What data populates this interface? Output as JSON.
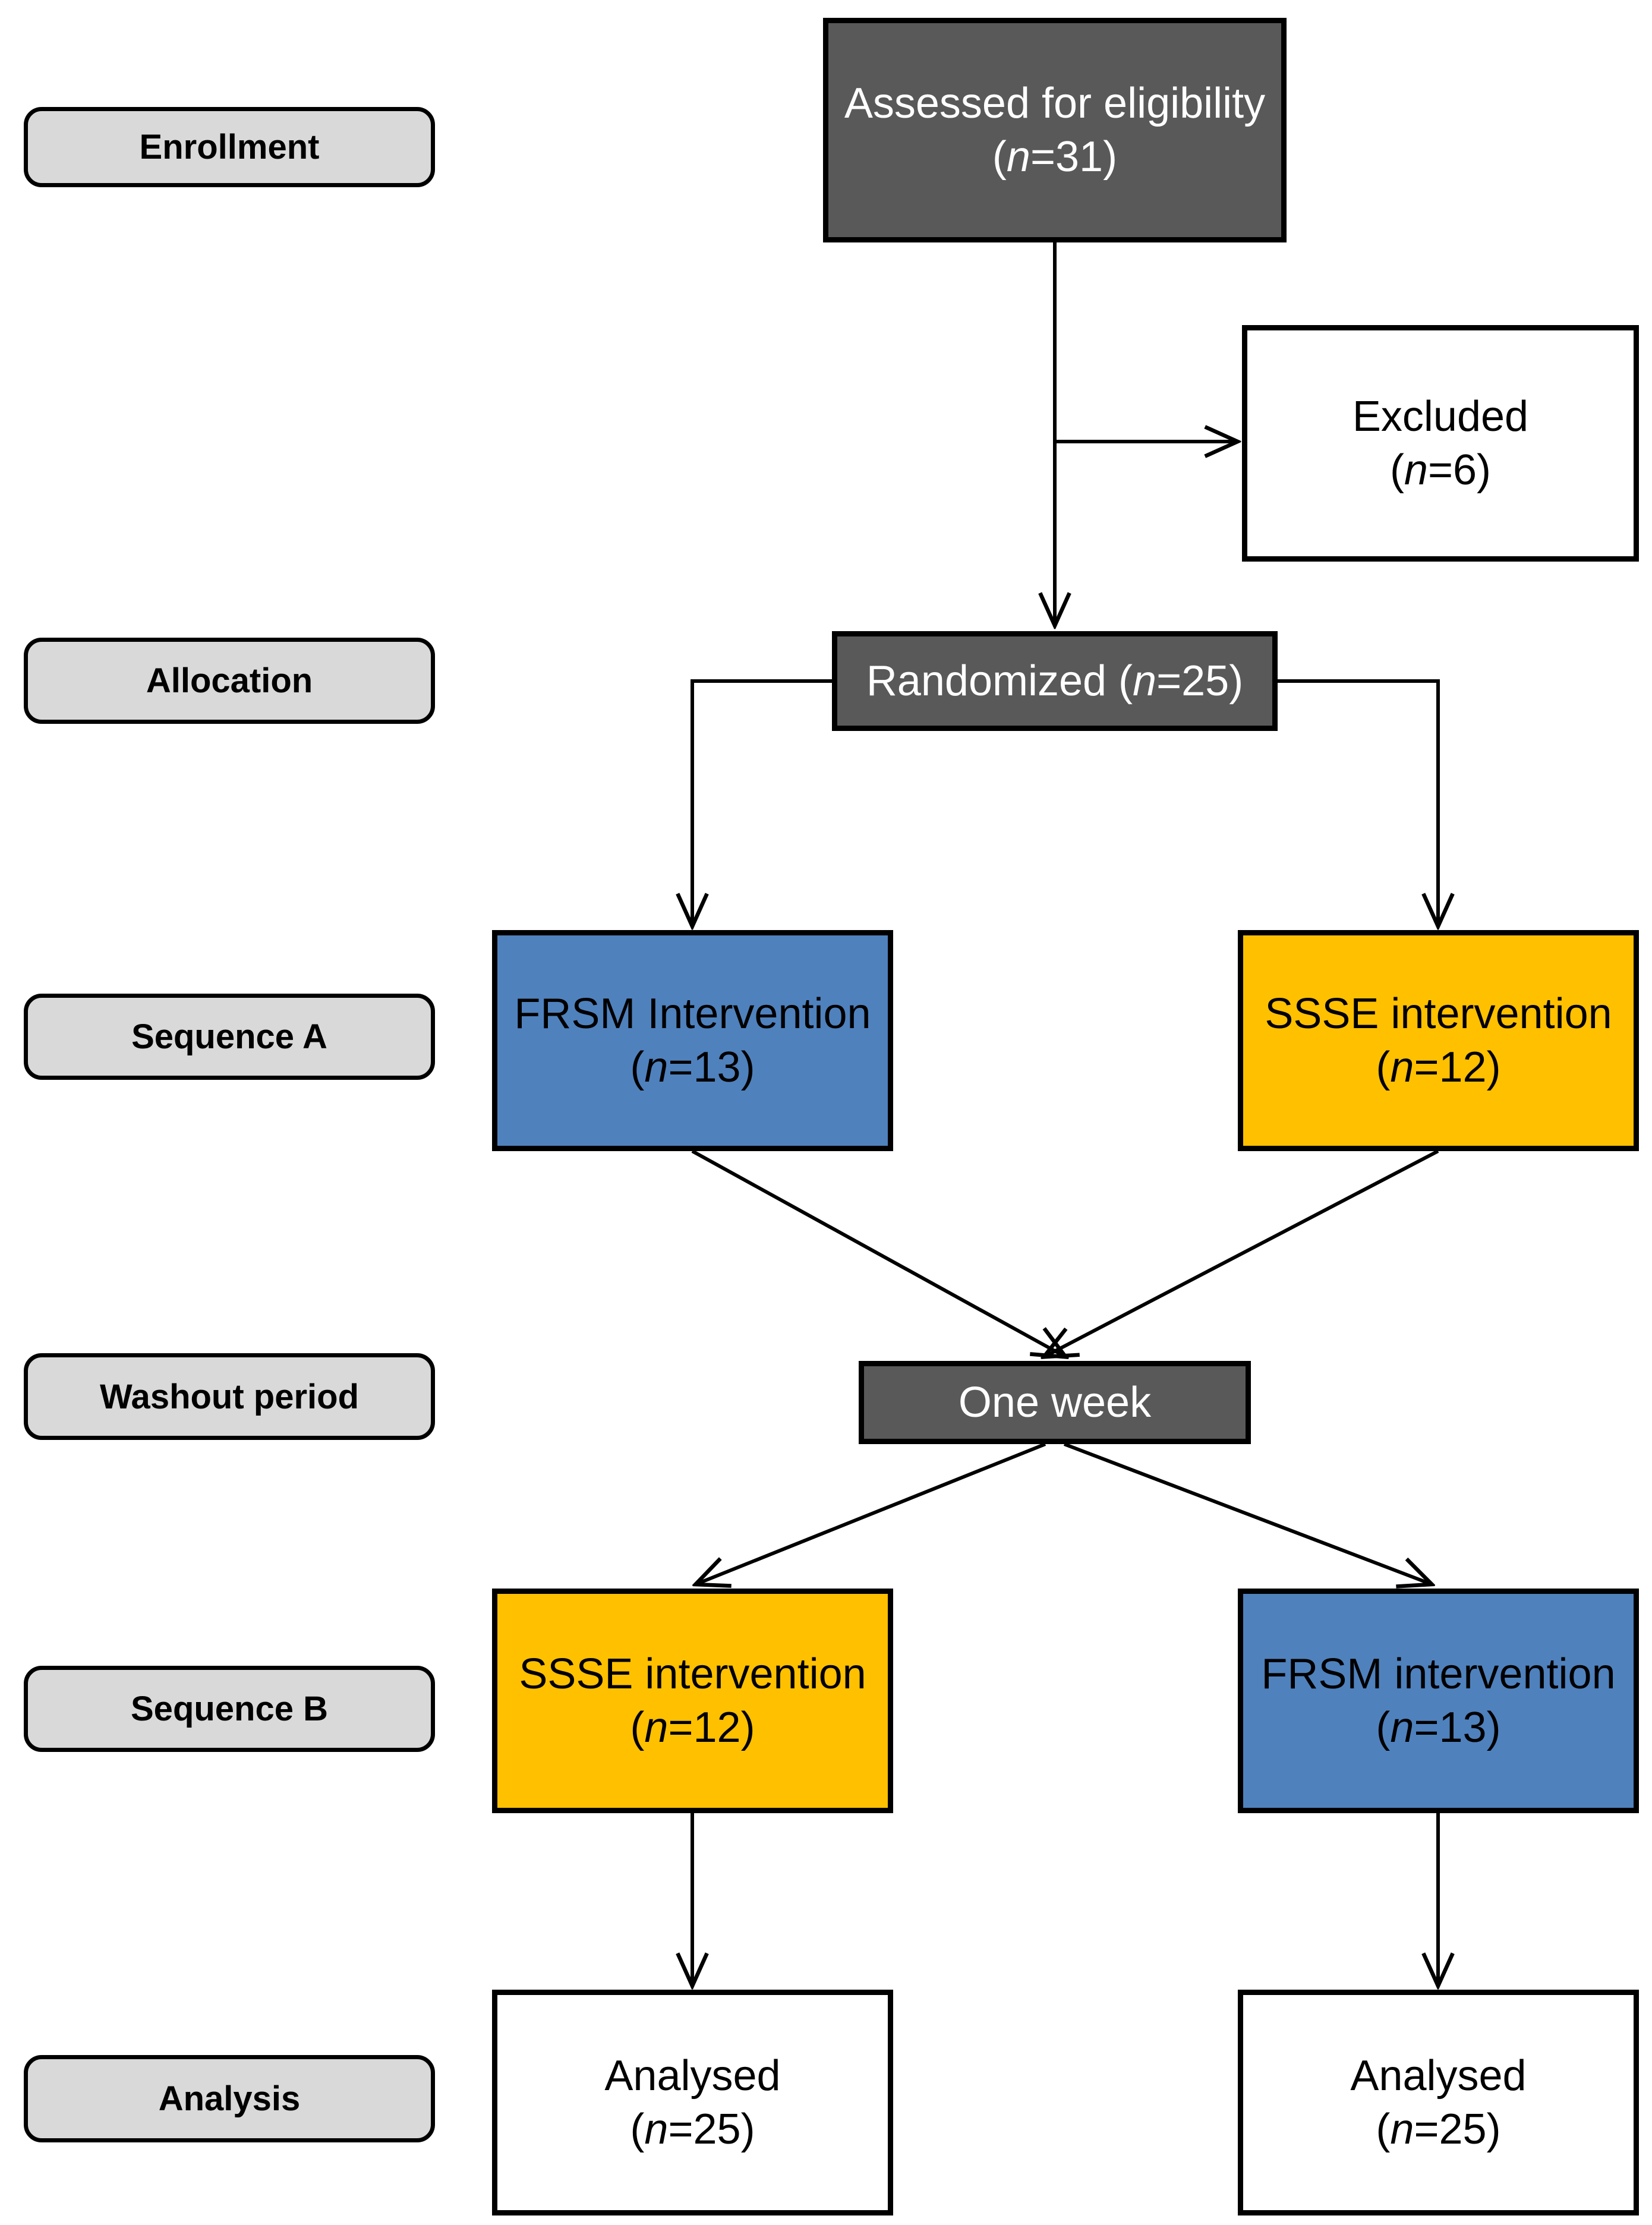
{
  "colors": {
    "dark_box_fill": "#595959",
    "stage_label_fill": "#d9d9d9",
    "frsm_blue_fill": "#4f81bd",
    "ssse_orange_fill": "#ffc000",
    "plain_box_fill": "#ffffff",
    "border_and_lines": "#000000",
    "text_on_dark": "#ffffff",
    "text_on_light": "#000000"
  },
  "stage_labels": {
    "enrollment": "Enrollment",
    "allocation": "Allocation",
    "sequence_a": "Sequence A",
    "washout": "Washout period",
    "sequence_b": "Sequence B",
    "analysis": "Analysis"
  },
  "boxes": {
    "assessed": {
      "line1": "Assessed for eligibility",
      "n_open": "(",
      "n_var": "n",
      "n_rest": "=31)"
    },
    "excluded": {
      "line1": "Excluded",
      "n_open": "(",
      "n_var": "n",
      "n_rest": "=6)"
    },
    "randomized": {
      "prefix": "Randomized (",
      "n_var": "n",
      "n_rest": "=25)"
    },
    "frsm_seq_a": {
      "line1": "FRSM Intervention",
      "n_open": "(",
      "n_var": "n",
      "n_rest": "=13)"
    },
    "ssse_seq_a": {
      "line1": "SSSE intervention",
      "n_open": "(",
      "n_var": "n",
      "n_rest": "=12)"
    },
    "one_week": {
      "line1": "One week"
    },
    "ssse_seq_b": {
      "line1": "SSSE intervention",
      "n_open": "(",
      "n_var": "n",
      "n_rest": "=12)"
    },
    "frsm_seq_b": {
      "line1": "FRSM intervention",
      "n_open": "(",
      "n_var": "n",
      "n_rest": "=13)"
    },
    "analysed_left": {
      "line1": "Analysed",
      "n_open": "(",
      "n_var": "n",
      "n_rest": "=25)"
    },
    "analysed_right": {
      "line1": "Analysed",
      "n_open": "(",
      "n_var": "n",
      "n_rest": "=25)"
    }
  }
}
